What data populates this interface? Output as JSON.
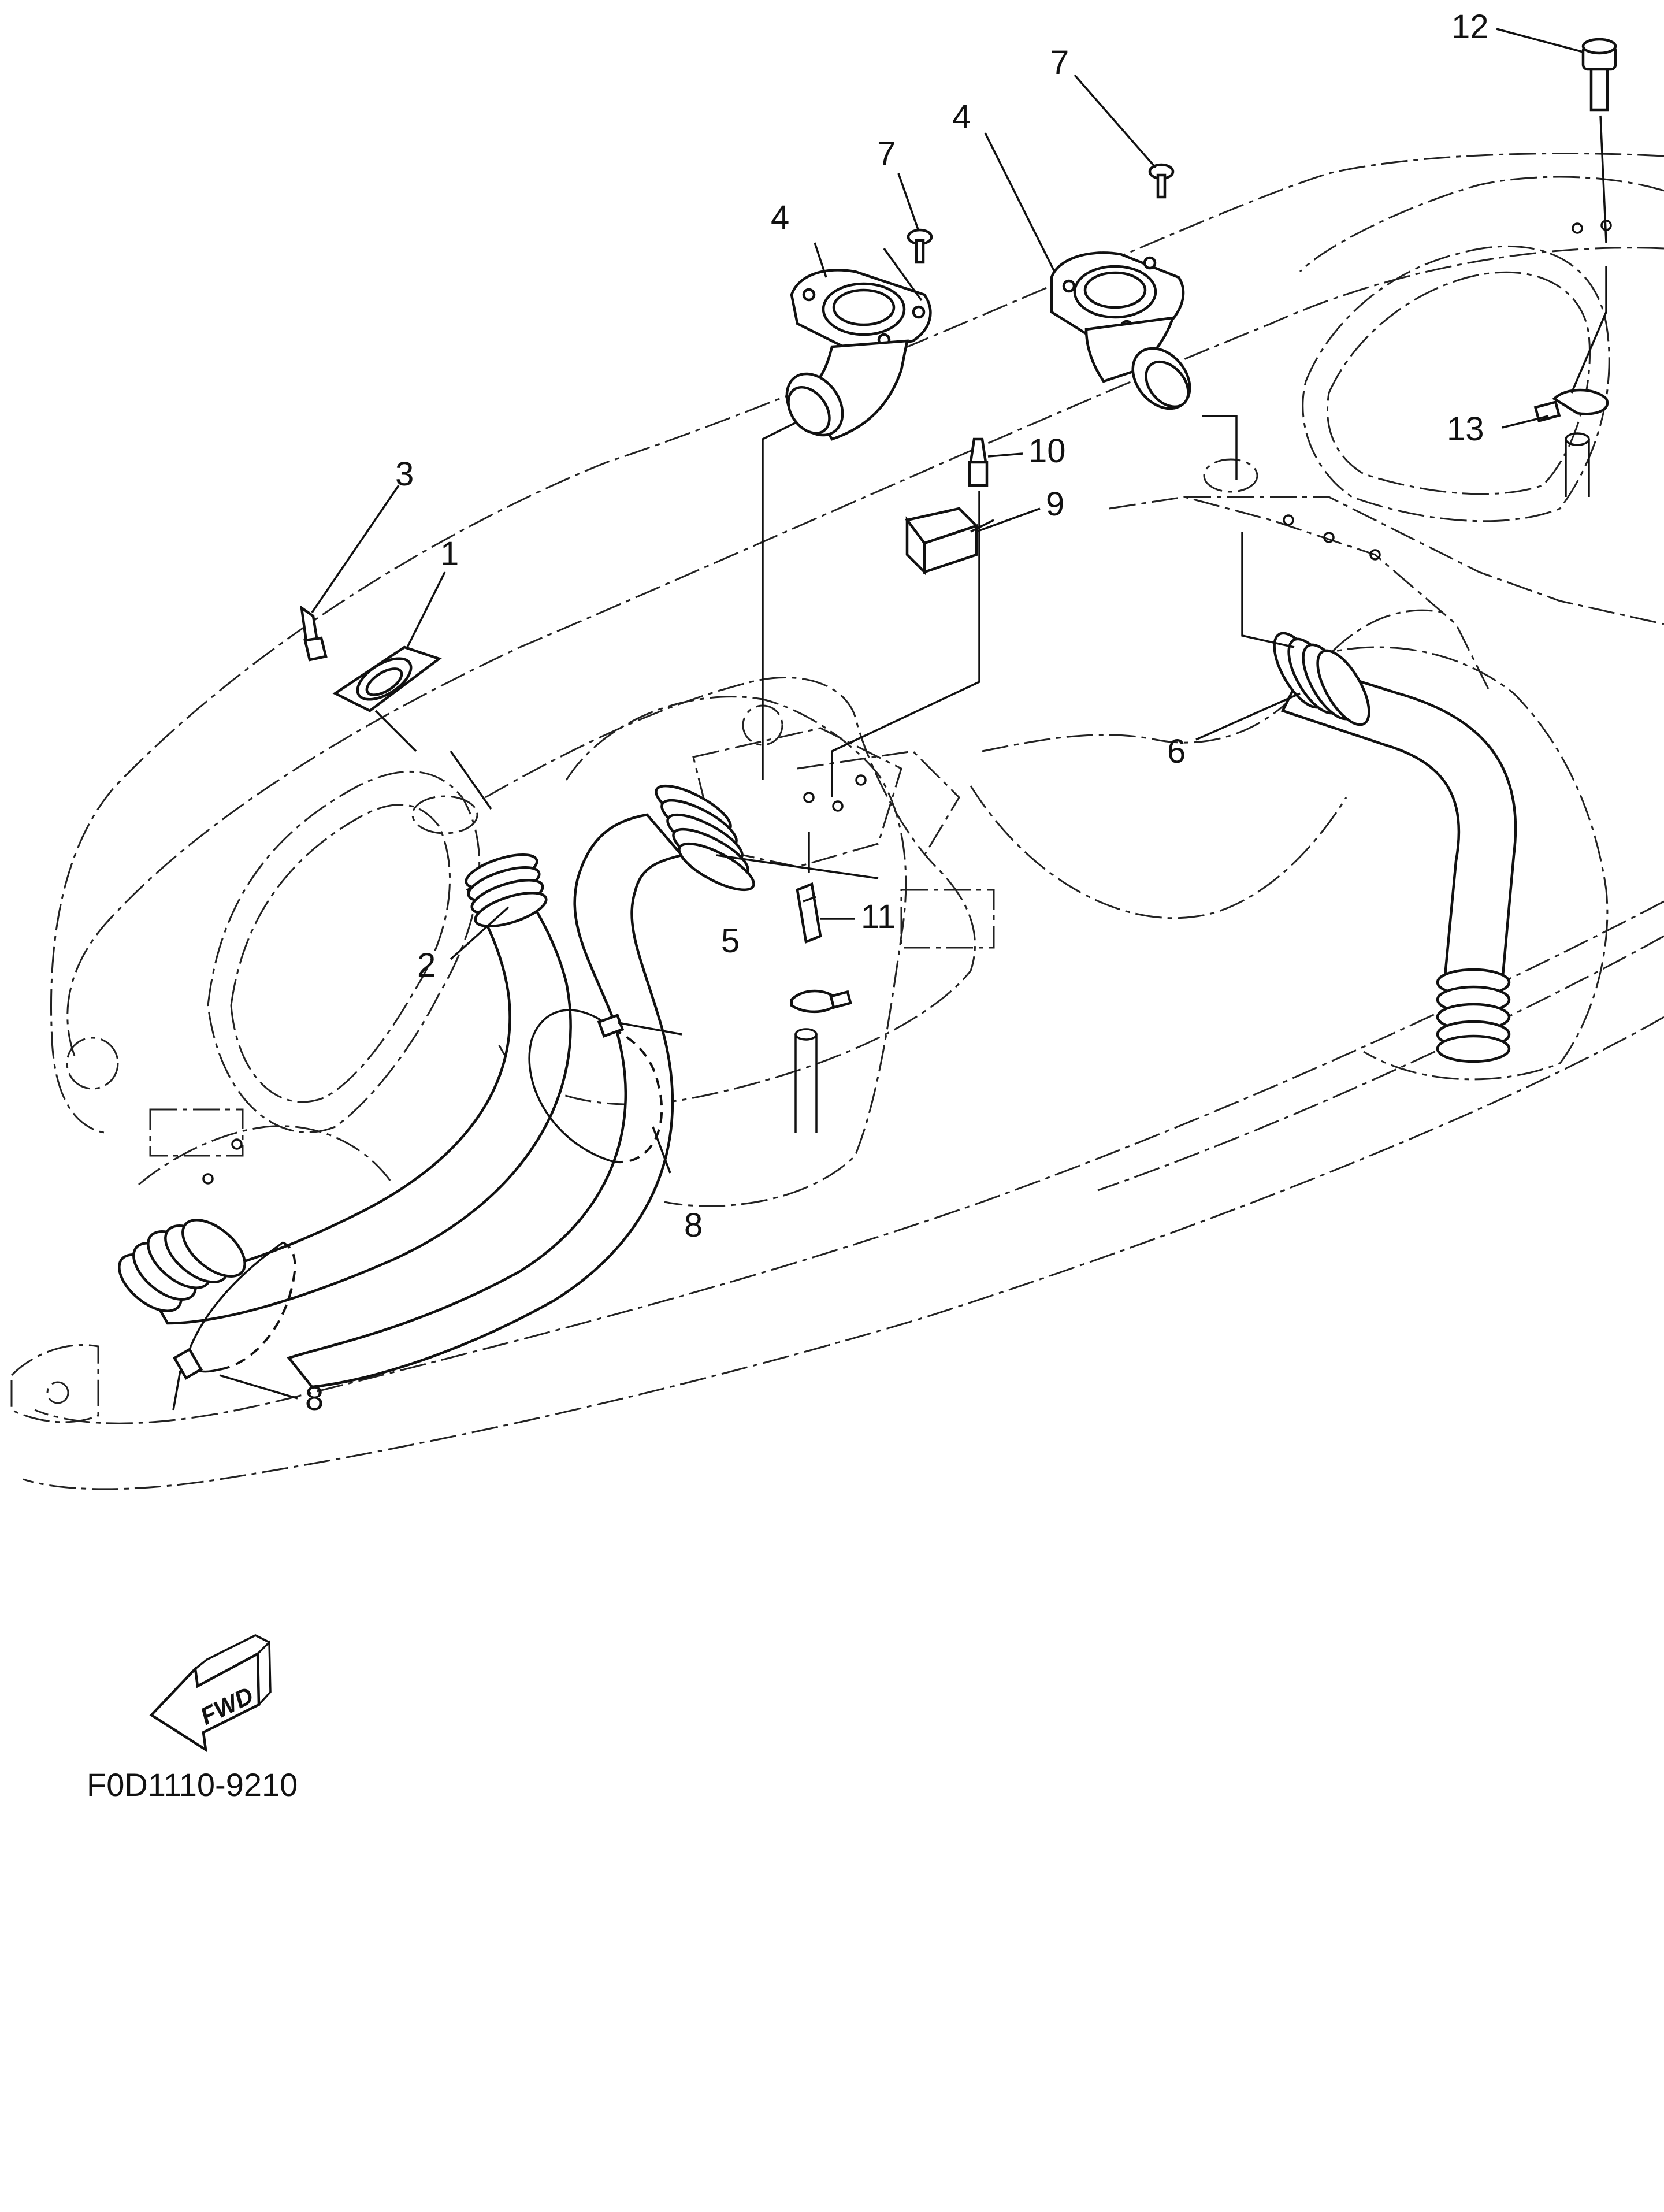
{
  "diagram": {
    "code": "F0D1110-9210",
    "fwd_label": "FWD",
    "callouts": [
      {
        "id": "c1",
        "text": "1"
      },
      {
        "id": "c2",
        "text": "2"
      },
      {
        "id": "c3",
        "text": "3"
      },
      {
        "id": "c4a",
        "text": "4"
      },
      {
        "id": "c4b",
        "text": "4"
      },
      {
        "id": "c5",
        "text": "5"
      },
      {
        "id": "c6",
        "text": "6"
      },
      {
        "id": "c7a",
        "text": "7"
      },
      {
        "id": "c7b",
        "text": "7"
      },
      {
        "id": "c8a",
        "text": "8"
      },
      {
        "id": "c8b",
        "text": "8"
      },
      {
        "id": "c9",
        "text": "9"
      },
      {
        "id": "c10",
        "text": "10"
      },
      {
        "id": "c11",
        "text": "11"
      },
      {
        "id": "c12",
        "text": "12"
      },
      {
        "id": "c13",
        "text": "13"
      }
    ]
  }
}
